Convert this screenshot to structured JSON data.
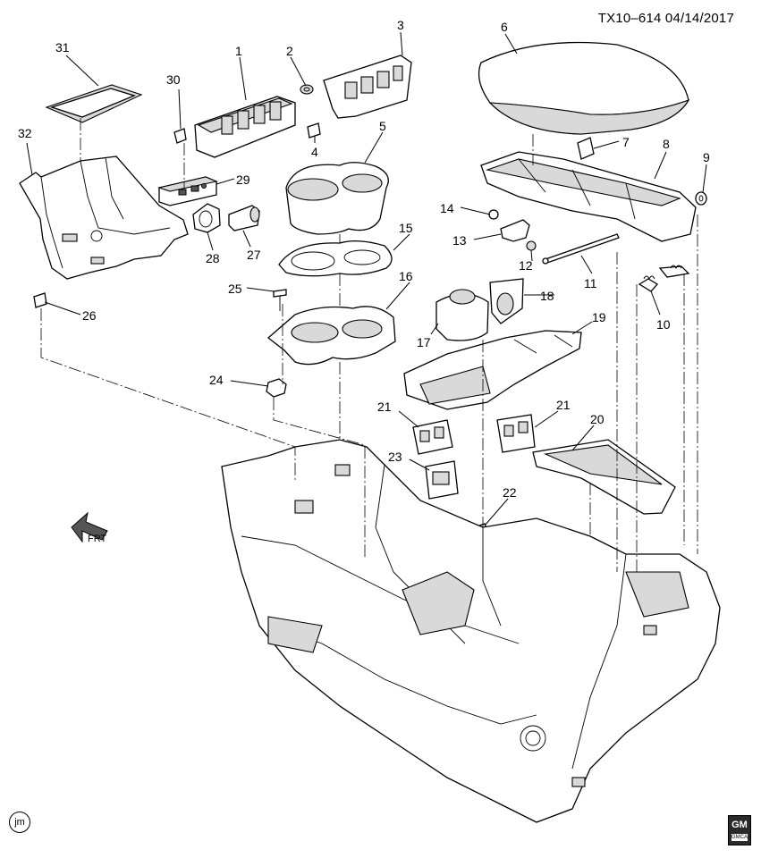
{
  "diagram": {
    "reference": "TX10–614",
    "date": "04/14/2017",
    "direction_label": "FRT",
    "badge_left": "jm",
    "badge_right_top": "GM",
    "badge_right_bottom": "GMCA",
    "callouts": [
      "1",
      "2",
      "3",
      "4",
      "5",
      "6",
      "7",
      "8",
      "9",
      "10",
      "11",
      "12",
      "13",
      "14",
      "15",
      "16",
      "17",
      "18",
      "19",
      "20",
      "21",
      "21",
      "22",
      "23",
      "24",
      "25",
      "26",
      "27",
      "28",
      "29",
      "30",
      "31",
      "32"
    ]
  }
}
